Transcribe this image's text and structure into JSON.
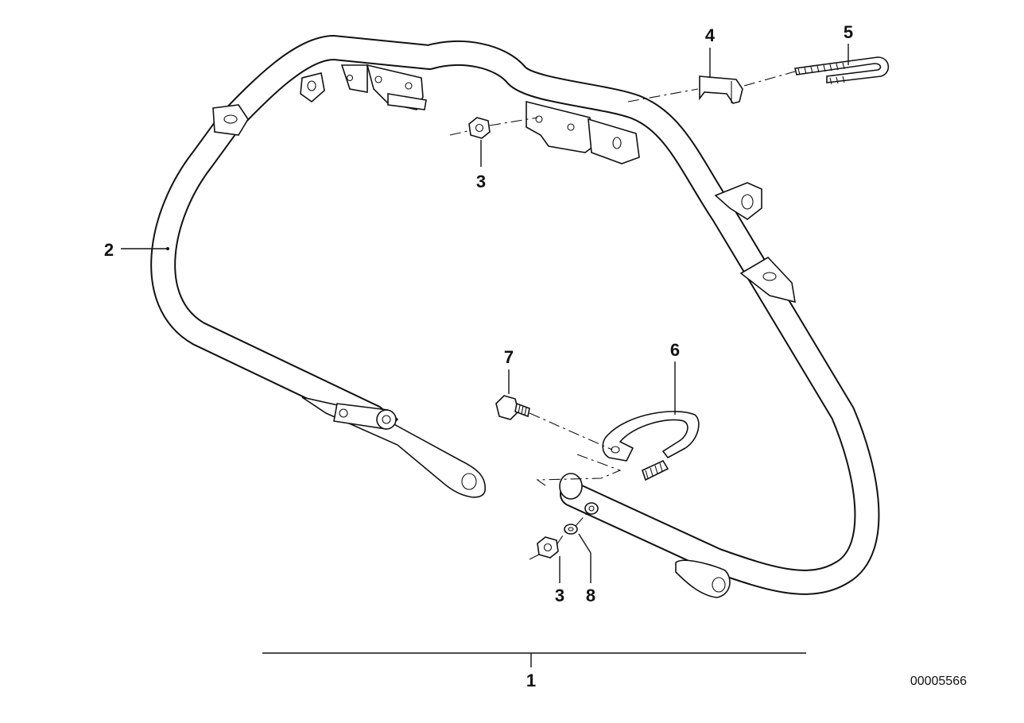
{
  "callouts": {
    "c1": "1",
    "c2": "2",
    "c3a": "3",
    "c3b": "3",
    "c4": "4",
    "c5": "5",
    "c6": "6",
    "c7": "7",
    "c8": "8"
  },
  "reference_number": "00005566"
}
